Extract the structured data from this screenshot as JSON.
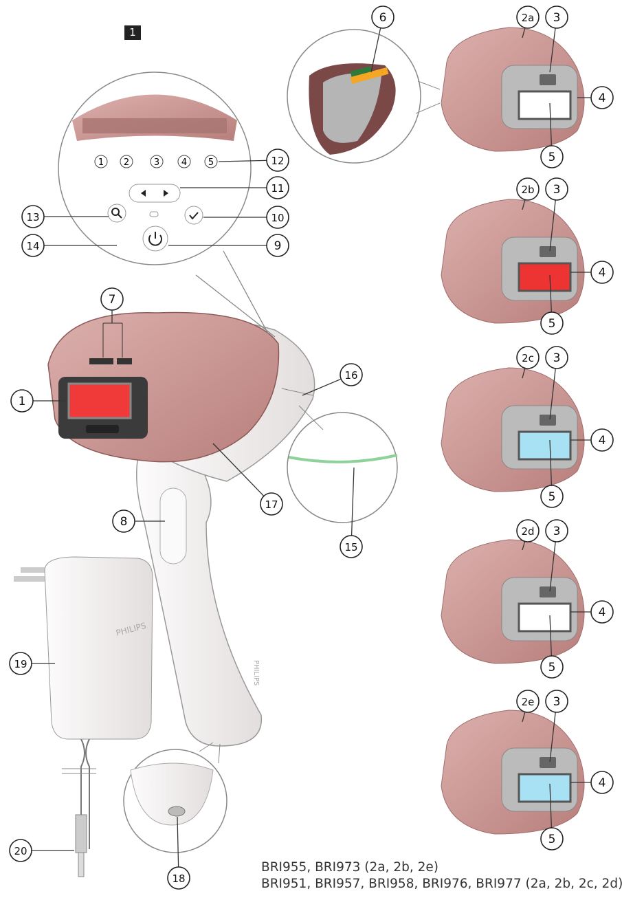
{
  "figure_number": "1",
  "callouts": [
    "1",
    "2a",
    "3",
    "4",
    "5",
    "6",
    "2b",
    "3",
    "4",
    "5",
    "2c",
    "3",
    "4",
    "5",
    "2d",
    "3",
    "4",
    "5",
    "2e",
    "3",
    "4",
    "5",
    "7",
    "8",
    "9",
    "10",
    "11",
    "12",
    "13",
    "14",
    "15",
    "16",
    "17",
    "18",
    "19",
    "20"
  ],
  "intensity_levels": [
    "1",
    "2",
    "3",
    "4",
    "5"
  ],
  "brand_marks": [
    "PHILIPS",
    "PHILIPS"
  ],
  "attachment_window_colors": {
    "2a": "#ffffff",
    "2b": "#ee3333",
    "2c": "#a8e0f4",
    "2d": "#ffffff",
    "2e": "#a8e0f4"
  },
  "colors": {
    "body_pink": "#c98f8c",
    "device_white": "#f1eeee",
    "flash_red": "#f03a3a",
    "ring_green": "#8fd19a"
  },
  "model_lines": [
    "BRI955, BRI973 (2a, 2b, 2e)",
    "BRI951, BRI957, BRI958, BRI976, BRI977 (2a, 2b, 2c, 2d)"
  ]
}
